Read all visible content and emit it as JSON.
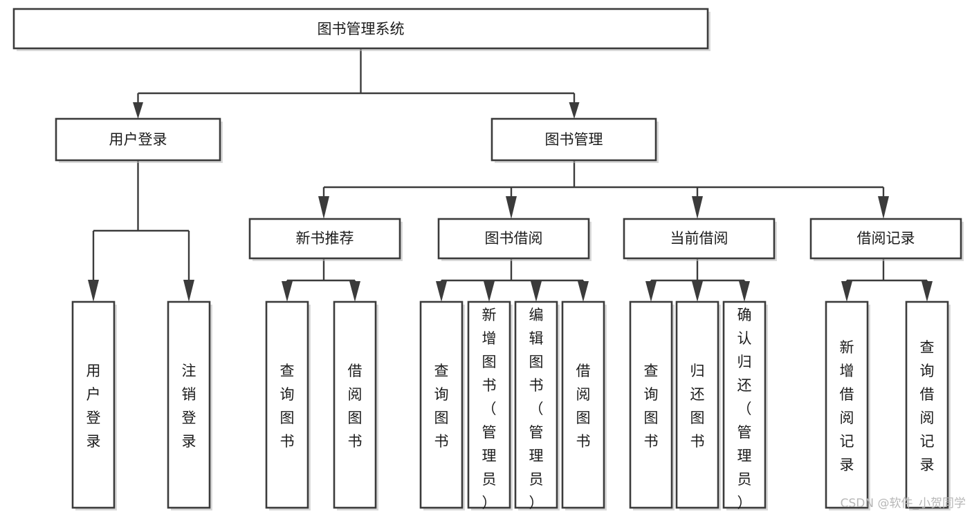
{
  "chart_data": {
    "type": "diagram",
    "diagram_kind": "function-structure-tree",
    "title": "图书管理系统",
    "orientation": "top-down",
    "levels": 4,
    "colors": {
      "node_fill": "#ffffff",
      "node_stroke": "#3b3b3b",
      "text": "#1b1b1b",
      "watermark": "#b7b7b7",
      "background": "#ffffff"
    }
  },
  "root": {
    "label": "图书管理系统"
  },
  "level2": [
    {
      "label": "用户登录"
    },
    {
      "label": "图书管理"
    }
  ],
  "level3": [
    {
      "label": "新书推荐"
    },
    {
      "label": "图书借阅"
    },
    {
      "label": "当前借阅"
    },
    {
      "label": "借阅记录"
    }
  ],
  "leaves": {
    "user_login": [
      {
        "label": "用户登录"
      },
      {
        "label": "注销登录"
      }
    ],
    "new_book_recommend": [
      {
        "label": "查询图书"
      },
      {
        "label": "借阅图书"
      }
    ],
    "book_borrow": [
      {
        "label": "查询图书"
      },
      {
        "label": "新增图书（管理员）"
      },
      {
        "label": "编辑图书（管理员）"
      },
      {
        "label": "借阅图书"
      }
    ],
    "current_borrow": [
      {
        "label": "查询图书"
      },
      {
        "label": "归还图书"
      },
      {
        "label": "确认归还（管理员）"
      }
    ],
    "borrow_record": [
      {
        "label": "新增借阅记录"
      },
      {
        "label": "查询借阅记录"
      }
    ]
  },
  "watermark": {
    "text": "CSDN @软件_小贺同学"
  }
}
